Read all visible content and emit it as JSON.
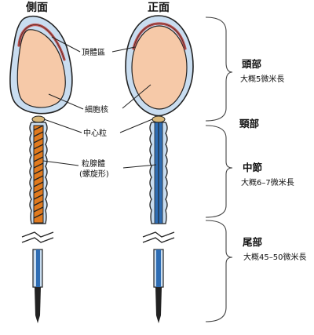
{
  "views": {
    "side": "側面",
    "front": "正面"
  },
  "labels": {
    "acrosome": "頂體區",
    "nucleus": "細胞核",
    "centriole": "中心粒",
    "mitochondria_line1": "粒腺體",
    "mitochondria_line2": "(螺旋形)"
  },
  "sections": {
    "head": {
      "name": "頭部",
      "size": "大概5微米長"
    },
    "neck": {
      "name": "頸部"
    },
    "midpiece": {
      "name": "中節",
      "size": "大概6–7微米長"
    },
    "tail": {
      "name": "尾部",
      "size": "大概45–50微米長"
    }
  },
  "colors": {
    "membrane": "#c9ddf0",
    "nucleus": "#f6c9a8",
    "acrosome": "#c0504d",
    "mitochondria": "#e07a1f",
    "axoneme": "#2e6db4",
    "outline": "#222222"
  }
}
